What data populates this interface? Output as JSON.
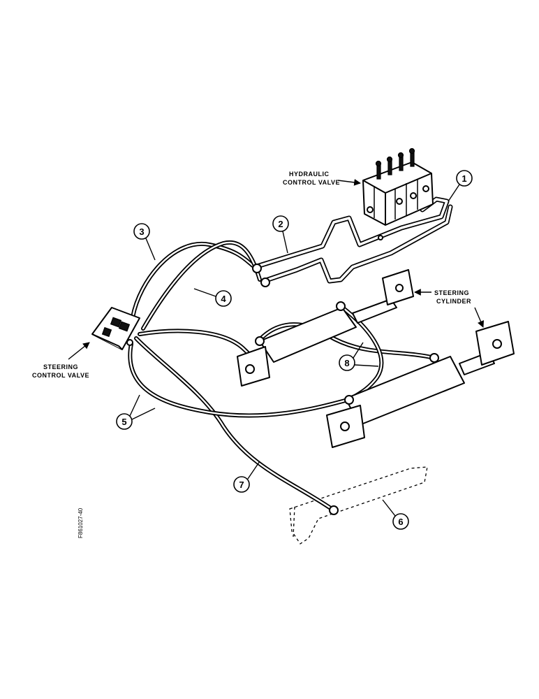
{
  "labels": {
    "hydraulic_control_valve_line1": "HYDRAULIC",
    "hydraulic_control_valve_line2": "CONTROL VALVE",
    "steering_cylinder_line1": "STEERING",
    "steering_cylinder_line2": "CYLINDER",
    "steering_control_valve_line1": "STEERING",
    "steering_control_valve_line2": "CONTROL VALVE"
  },
  "callouts": [
    "1",
    "2",
    "3",
    "4",
    "5",
    "6",
    "7",
    "8"
  ],
  "figure_code": "F861027-40"
}
